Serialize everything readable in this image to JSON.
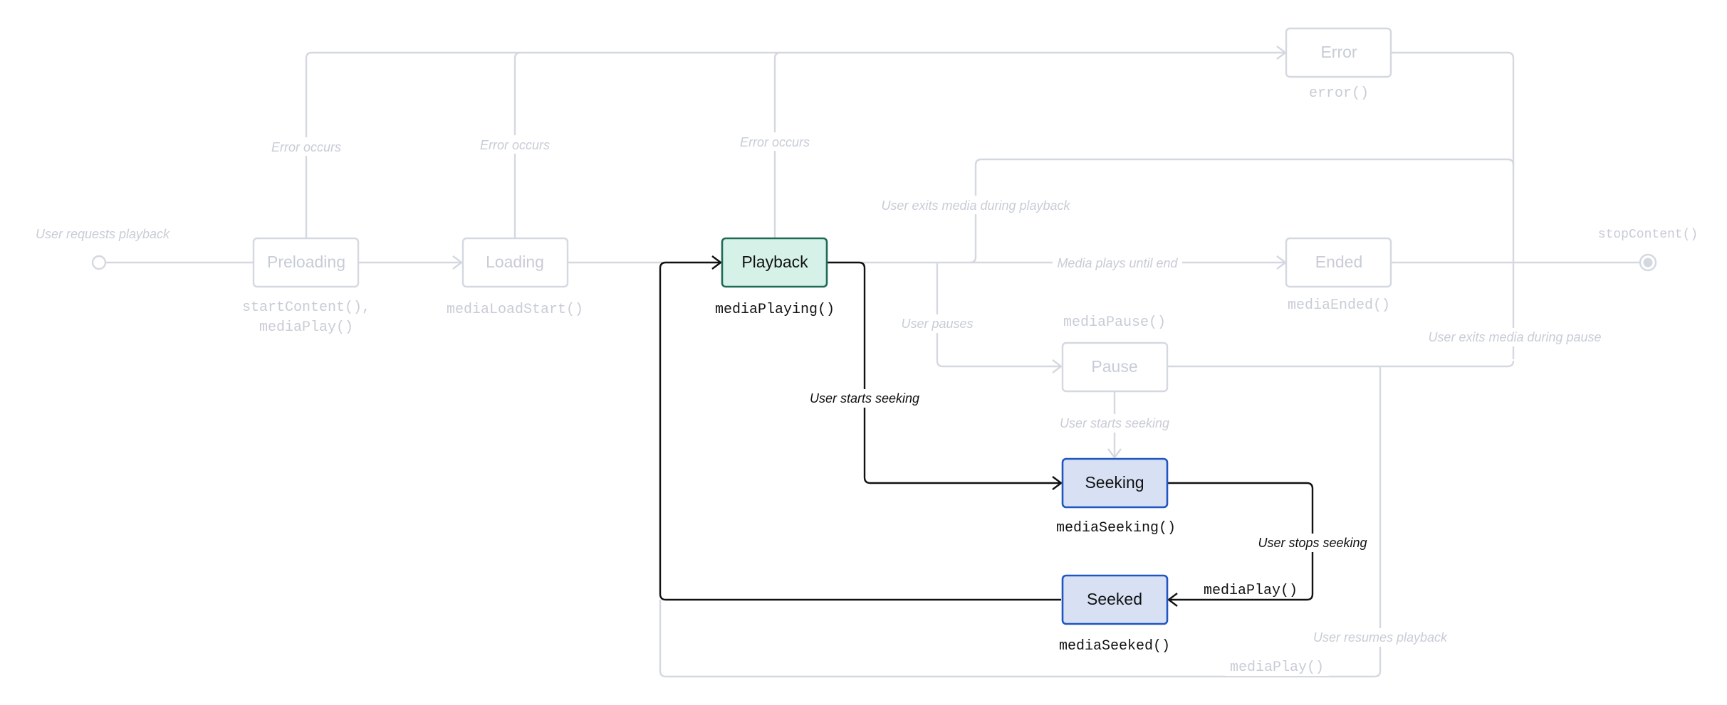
{
  "colors": {
    "dim": "#d4d8e0",
    "dim_text": "#c8ccd6",
    "active_green_fill": "#d6f2e8",
    "active_green_stroke": "#1f6b55",
    "active_blue_fill": "#d8e0f4",
    "active_blue_stroke": "#1f56c2",
    "dark": "#111111"
  },
  "states": {
    "preloading": {
      "label": "Preloading",
      "fn1": "startContent(),",
      "fn2": "mediaPlay()"
    },
    "loading": {
      "label": "Loading",
      "fn": "mediaLoadStart()"
    },
    "playback": {
      "label": "Playback",
      "fn": "mediaPlaying()"
    },
    "error": {
      "label": "Error",
      "fn": "error()"
    },
    "ended": {
      "label": "Ended",
      "fn": "mediaEnded()"
    },
    "pause": {
      "label": "Pause",
      "fn": "mediaPause()"
    },
    "seeking": {
      "label": "Seeking",
      "fn": "mediaSeeking()"
    },
    "seeked": {
      "label": "Seeked",
      "fn": "mediaSeeked()"
    }
  },
  "terminals": {
    "start_label": "User requests playback",
    "end_label": "stopContent()"
  },
  "edges": {
    "error_from_preloading": "Error occurs",
    "error_from_loading": "Error occurs",
    "error_from_playback": "Error occurs",
    "exit_during_playback": "User exits media during playback",
    "plays_until_end": "Media plays until end",
    "user_pauses": "User pauses",
    "exit_during_pause": "User exits media during pause",
    "pause_start_seeking": "User starts seeking",
    "playback_start_seeking": "User starts seeking",
    "stops_seeking": "User stops seeking",
    "stops_seeking_fn": "mediaPlay()",
    "resumes_playback": "User resumes playback",
    "resumes_playback_fn": "mediaPlay()"
  }
}
